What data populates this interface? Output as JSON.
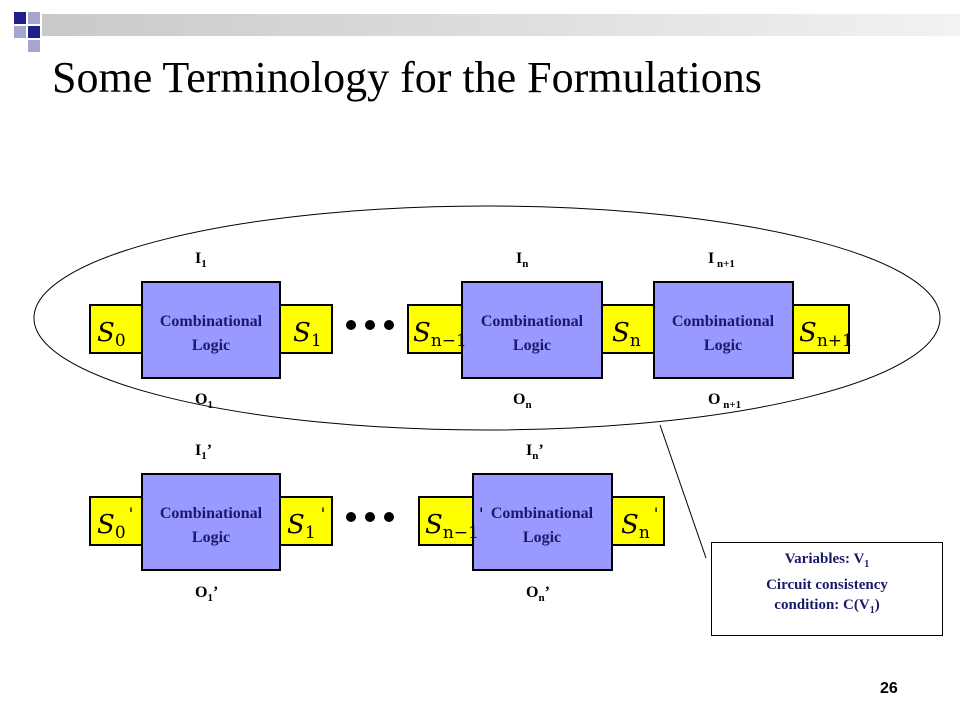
{
  "slide": {
    "title": "Some Terminology for the Formulations",
    "page_number": "26"
  },
  "logic_label": {
    "line1": "Combinational",
    "line2": "Logic"
  },
  "top_row": {
    "inputs": [
      {
        "base": "I",
        "sub": "1"
      },
      {
        "base": "I",
        "sub": "n"
      },
      {
        "base": "I",
        "sub": " n+1"
      }
    ],
    "outputs": [
      {
        "base": "O",
        "sub": "1"
      },
      {
        "base": "O",
        "sub": "n"
      },
      {
        "base": "O",
        "sub": " n+1"
      }
    ],
    "states": [
      {
        "base": "S",
        "sub": "0"
      },
      {
        "base": "S",
        "sub": "1"
      },
      {
        "base": "S",
        "sub": "n−1"
      },
      {
        "base": "S",
        "sub": "n"
      },
      {
        "base": "S",
        "sub": "n+1"
      }
    ]
  },
  "bottom_row": {
    "inputs": [
      {
        "base": "I",
        "sub": "1",
        "prime": "’"
      },
      {
        "base": "I",
        "sub": "n",
        "prime": "’"
      }
    ],
    "outputs": [
      {
        "base": "O",
        "sub": "1",
        "prime": "’"
      },
      {
        "base": "O",
        "sub": "n",
        "prime": "’"
      }
    ],
    "states": [
      {
        "base": "S",
        "sub": "0",
        "prime": "'"
      },
      {
        "base": "S",
        "sub": "1",
        "prime": "'"
      },
      {
        "base": "S",
        "sub": "n−1",
        "prime": "'"
      },
      {
        "base": "S",
        "sub": "n",
        "prime": "'"
      }
    ]
  },
  "note": {
    "line1_text": "Variables: V",
    "line1_sub": "1",
    "line2": "Circuit consistency",
    "line3_text": "condition: C(V",
    "line3_sub": "1",
    "line3_end": ")"
  },
  "colors": {
    "state_fill": "#ffff00",
    "logic_fill": "#9999ff",
    "text_navy": "#1a1a6a",
    "decor_navy": "#1f1f8f",
    "decor_light": "#a5a5cf"
  }
}
